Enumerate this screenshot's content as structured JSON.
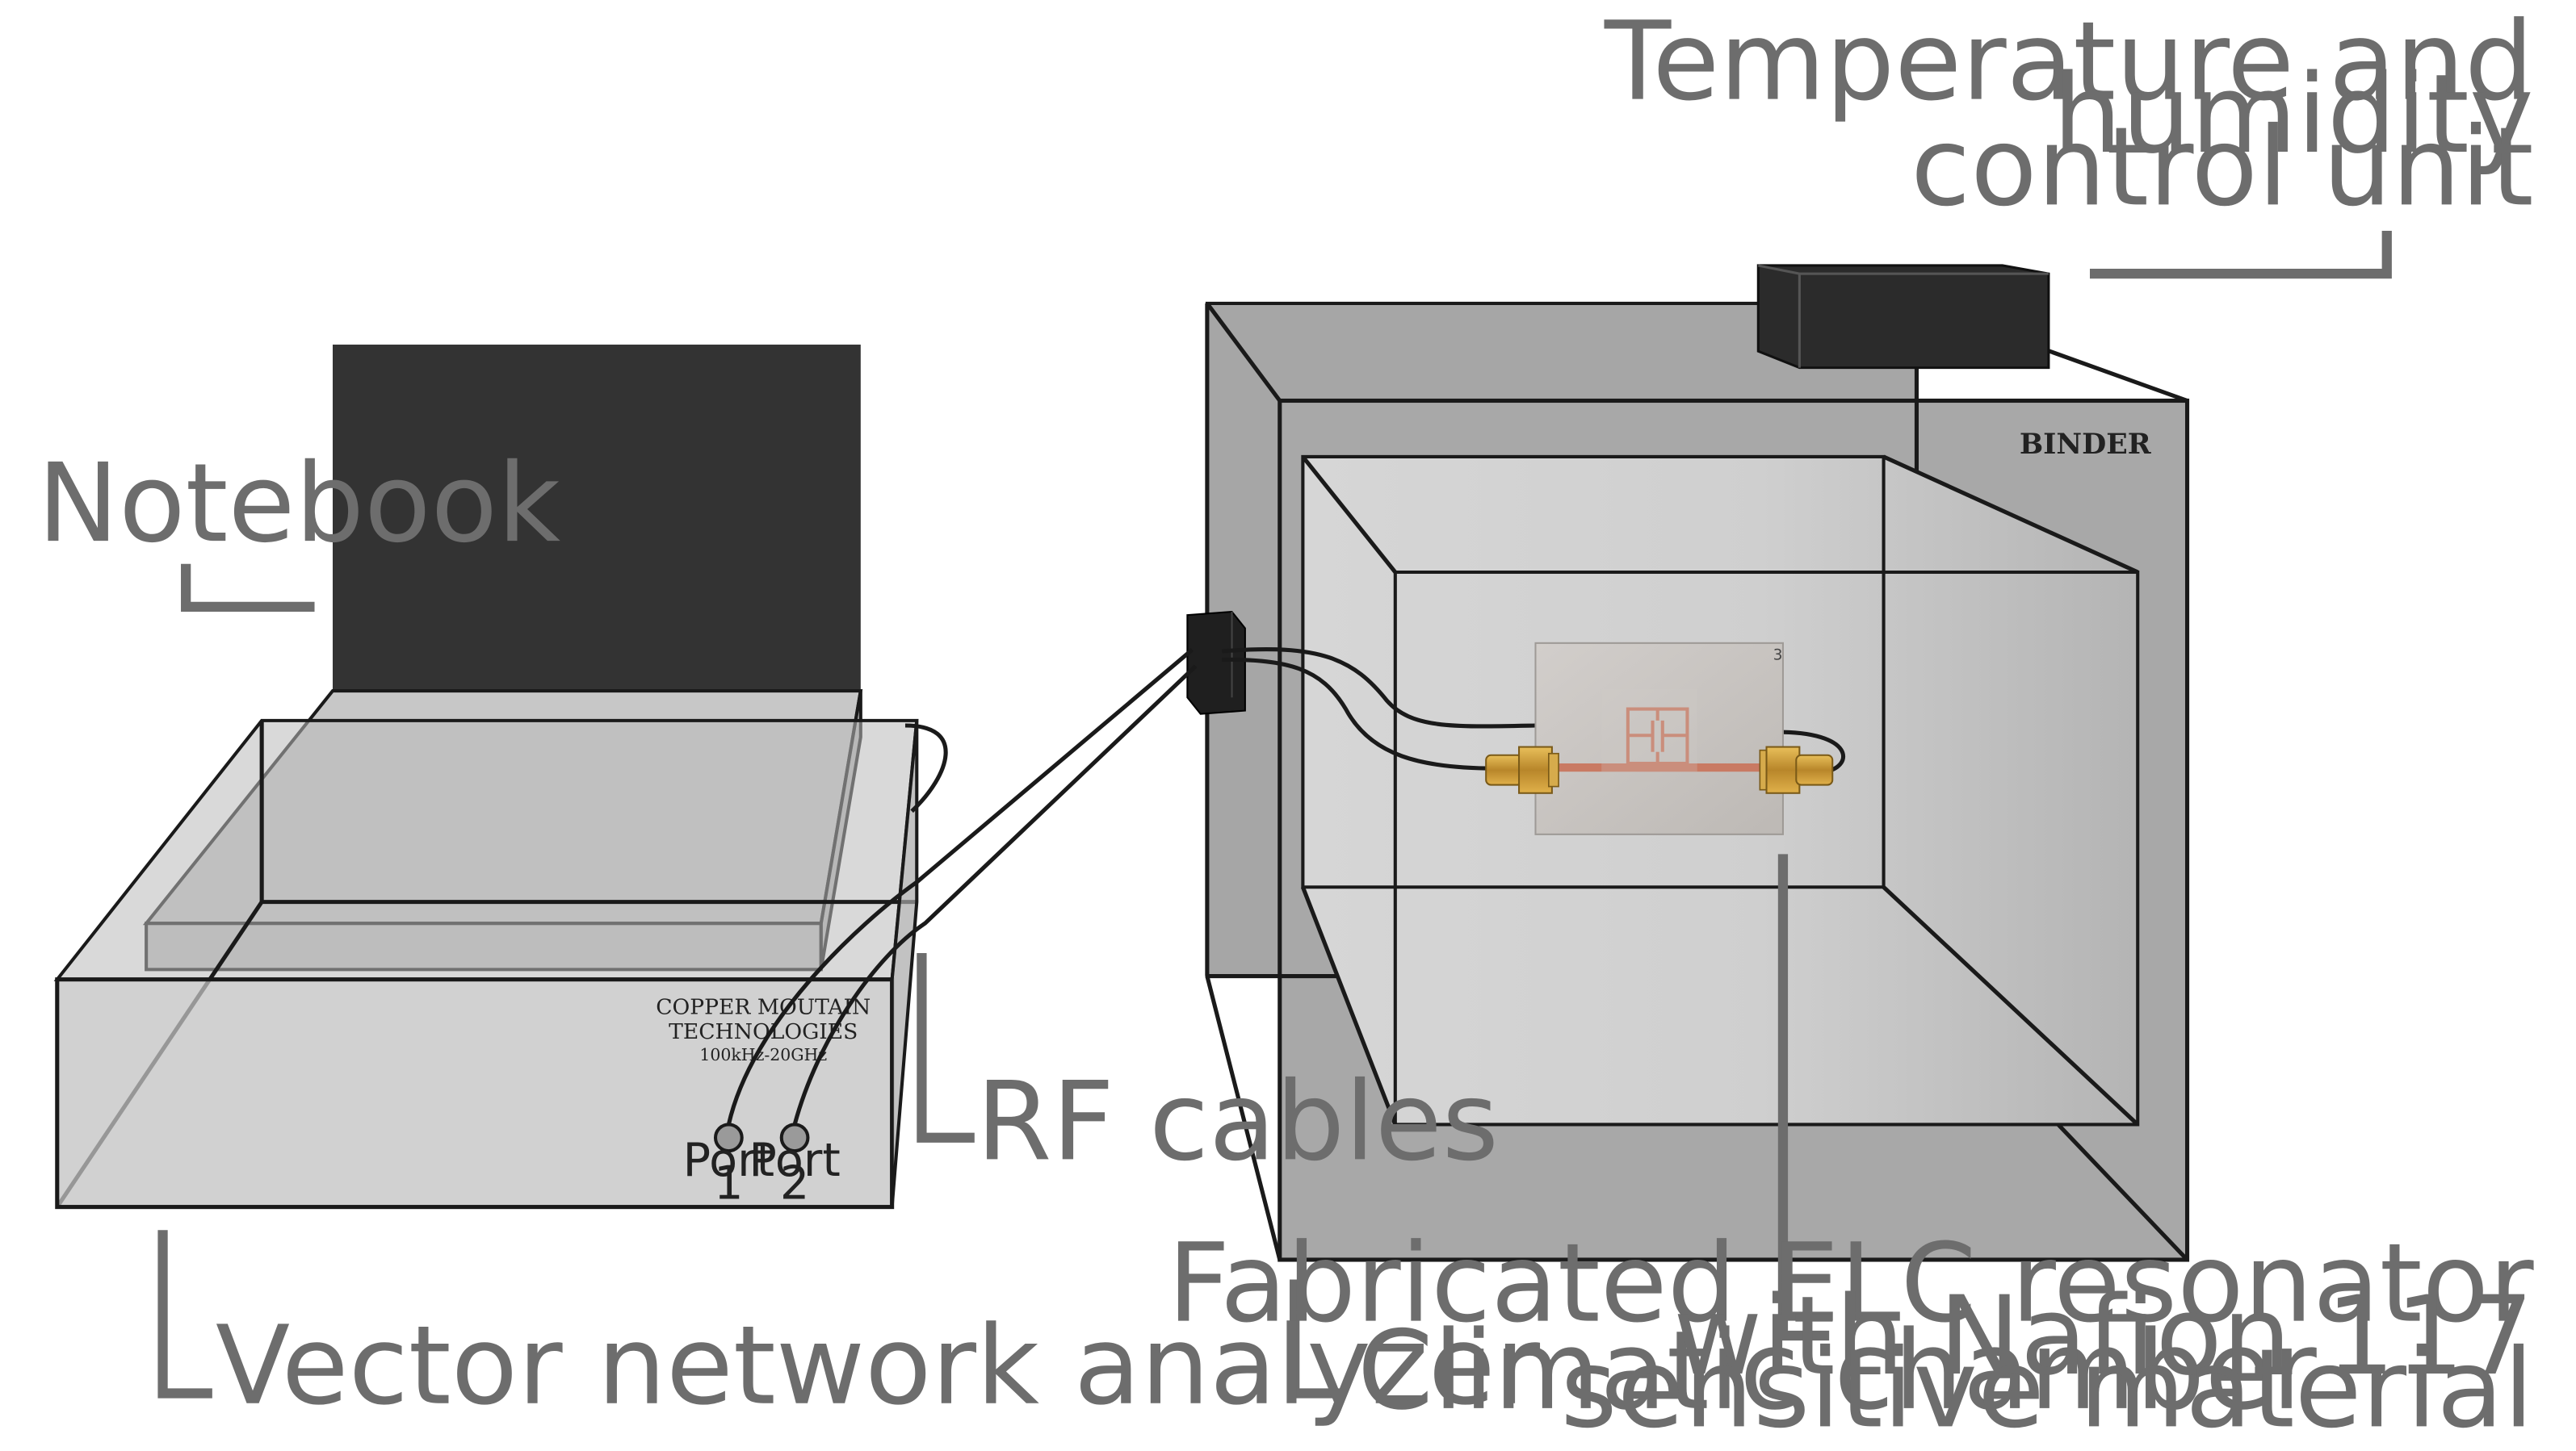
{
  "labels": {
    "notebook": "Notebook",
    "vna": "Vector network analyzer",
    "rf_cables": "RF cables",
    "climatic_chamber": "Climatic chamber",
    "control_unit": [
      "Temperature and",
      "humidity",
      "control unit"
    ],
    "resonator": [
      "Fabricated ELC resonator",
      "with Nafion 117",
      "sensitive material"
    ]
  },
  "vna_front": {
    "brand_line1": "COPPER MOUTAIN",
    "brand_line2": "TECHNOLOGIES",
    "freq_range": "100kHz-20GHz",
    "ports": [
      {
        "word": "Port",
        "number": "1"
      },
      {
        "word": "Port",
        "number": "2"
      }
    ]
  },
  "chamber": {
    "brand": "BINDER"
  },
  "resonator_board": {
    "marking": "3"
  },
  "colors": {
    "label_gray": "#6d6d6d",
    "box_gray": "#b0b0b0",
    "chamber_gray": "#a6a6a6",
    "dark_unit": "#2b2b2b",
    "board": "#c8c4c0",
    "copper_trace": "#c97a63",
    "connector_gold": "#c9962e"
  }
}
